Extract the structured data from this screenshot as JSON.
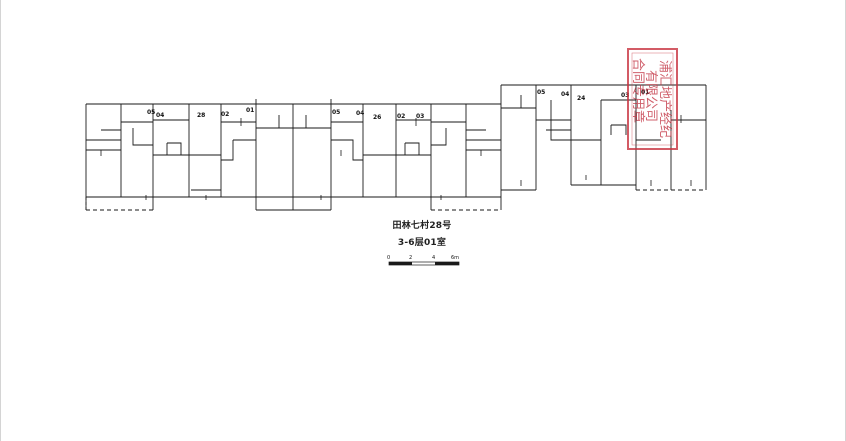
{
  "plan": {
    "building_name": "田林七村28号",
    "floor_unit": "3-6层01室",
    "unit_labels": [
      "05",
      "04",
      "28",
      "02",
      "01",
      "05",
      "04",
      "26",
      "02",
      "03",
      "05",
      "04",
      "24",
      "03",
      "01"
    ],
    "scale_bar": {
      "ticks": [
        "0",
        "2",
        "4",
        "6m"
      ]
    }
  },
  "seal": {
    "lines": [
      "浦汇地产经纪",
      "有限公司",
      "合同专用章"
    ]
  },
  "colors": {
    "line": "#1a1a1a",
    "seal": "#c8323f",
    "page_edge": "#d4d4d4"
  }
}
